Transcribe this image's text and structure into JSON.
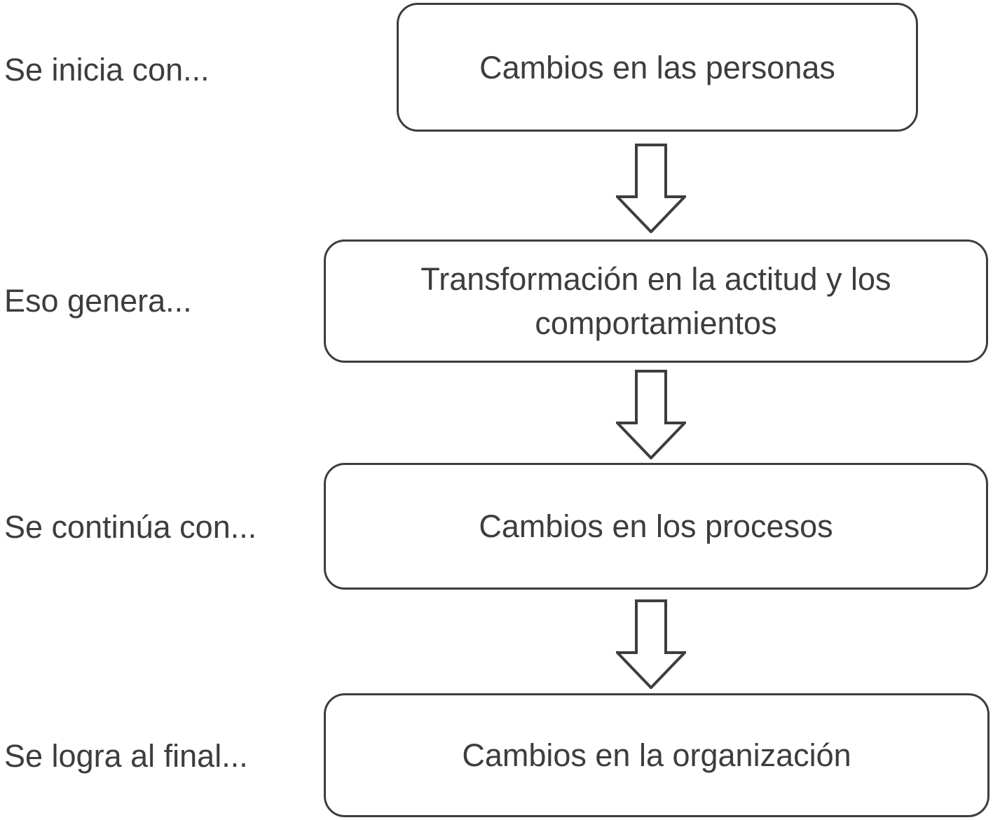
{
  "diagram": {
    "rows": [
      {
        "label": "Se inicia con...",
        "box": "Cambios en las personas"
      },
      {
        "label": "Eso genera...",
        "box": "Transformación en la actitud y los comportamientos"
      },
      {
        "label": "Se continúa con...",
        "box": "Cambios en los procesos"
      },
      {
        "label": "Se logra al final...",
        "box": "Cambios en la organización"
      }
    ],
    "arrow_icon": "down-block-arrow"
  },
  "colors": {
    "ink": "#3d3d3d",
    "background": "#ffffff"
  }
}
